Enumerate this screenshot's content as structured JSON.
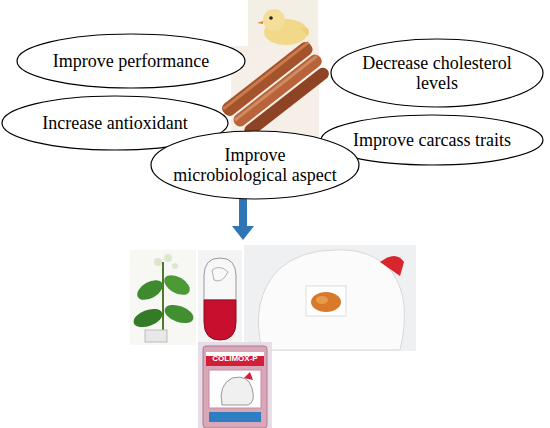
{
  "diagram": {
    "nodes": [
      {
        "text": [
          "Improve performance"
        ]
      },
      {
        "text": [
          "Decrease cholesterol levels"
        ]
      },
      {
        "text": [
          "Increase antioxidant"
        ]
      },
      {
        "text": [
          "Improve carcass traits"
        ]
      },
      {
        "text": [
          "Improve microbiological aspect"
        ]
      }
    ],
    "labels": [
      "COLIMOX-P"
    ]
  }
}
